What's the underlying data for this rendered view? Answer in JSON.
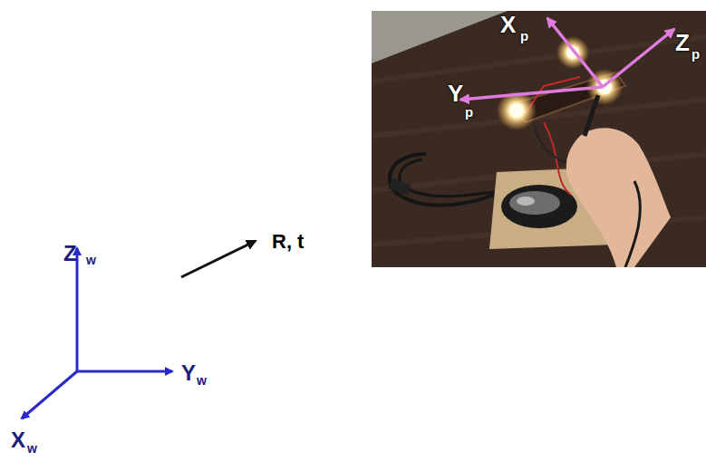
{
  "diagram": {
    "labels": [
      "Z",
      "w",
      "Y",
      "w",
      "X",
      "w",
      "R, t",
      "X",
      "p",
      "Y",
      "p",
      "Z",
      "p"
    ]
  }
}
